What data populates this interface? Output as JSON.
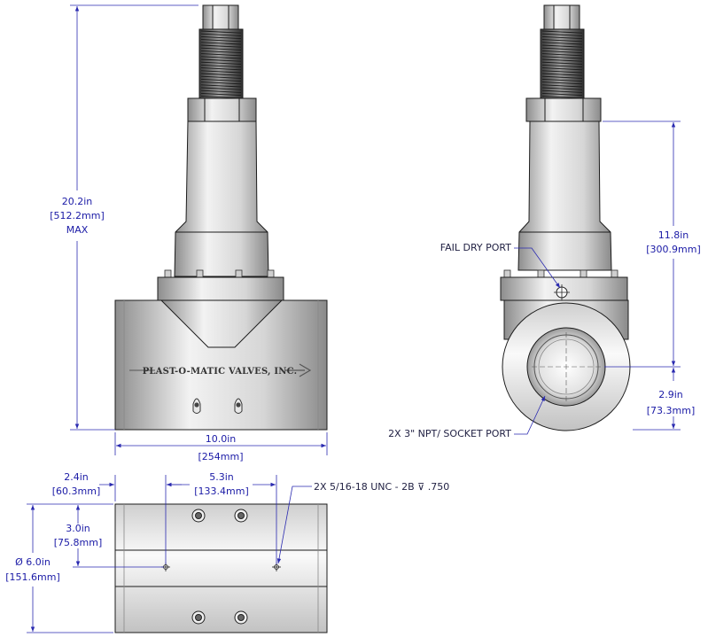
{
  "front_view": {
    "height_in": "20.2in",
    "height_mm": "[512.2mm]",
    "height_note": "MAX",
    "width_in": "10.0in",
    "width_mm": "[254mm]",
    "body_label": "PLAST-O-MATIC VALVES, INC."
  },
  "side_view": {
    "fail_dry_label": "FAIL DRY PORT",
    "socket_label": "2X 3\" NPT/ SOCKET PORT",
    "upper_in": "11.8in",
    "upper_mm": "[300.9mm]",
    "lower_in": "2.9in",
    "lower_mm": "[73.3mm]"
  },
  "bottom_view": {
    "offset_in": "2.4in",
    "offset_mm": "[60.3mm]",
    "spacing_in": "5.3in",
    "spacing_mm": "[133.4mm]",
    "thread_note": "2X 5/16-18 UNC - 2B ⊽ .750",
    "center_in": "3.0in",
    "center_mm": "[75.8mm]",
    "dia_in": "Ø 6.0in",
    "dia_mm": "[151.6mm]"
  },
  "colors": {
    "dimension": "#1a1aa6",
    "outline": "#1c1c1c"
  }
}
